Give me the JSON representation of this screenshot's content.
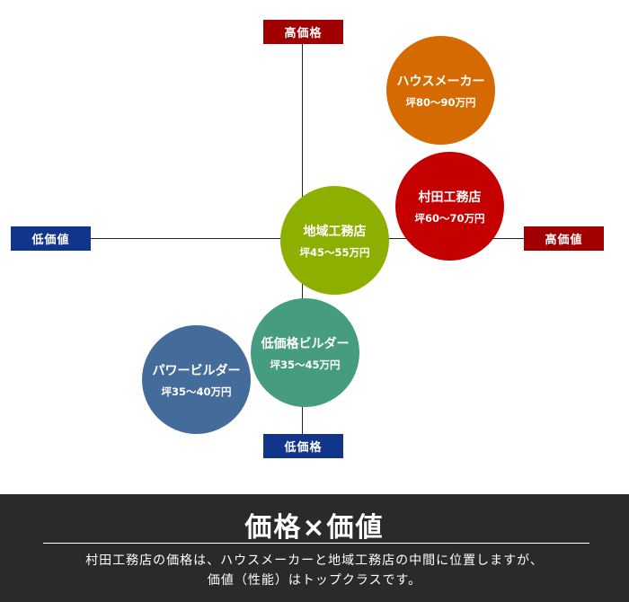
{
  "axes": {
    "top": {
      "label": "高価格",
      "color": "#a00000"
    },
    "bottom": {
      "label": "低価格",
      "color": "#12358c"
    },
    "left": {
      "label": "低価値",
      "color": "#12358c"
    },
    "right": {
      "label": "高価値",
      "color": "#a00000"
    }
  },
  "circles": [
    {
      "name": "ハウスメーカー",
      "price": "坪80〜90万円",
      "color": "#d46a00"
    },
    {
      "name": "村田工務店",
      "price": "坪60〜70万円",
      "color": "#c40000"
    },
    {
      "name": "地域工務店",
      "price": "坪45〜55万円",
      "color": "#8db000"
    },
    {
      "name": "低価格ビルダー",
      "price": "坪35〜45万円",
      "color": "#469c7e"
    },
    {
      "name": "パワービルダー",
      "price": "坪35〜40万円",
      "color": "#436c9a"
    }
  ],
  "footer": {
    "title": "価格×価値",
    "line1": "村田工務店の価格は、ハウスメーカーと地域工務店の中間に位置しますが、",
    "line2": "価値（性能）はトップクラスです。"
  }
}
